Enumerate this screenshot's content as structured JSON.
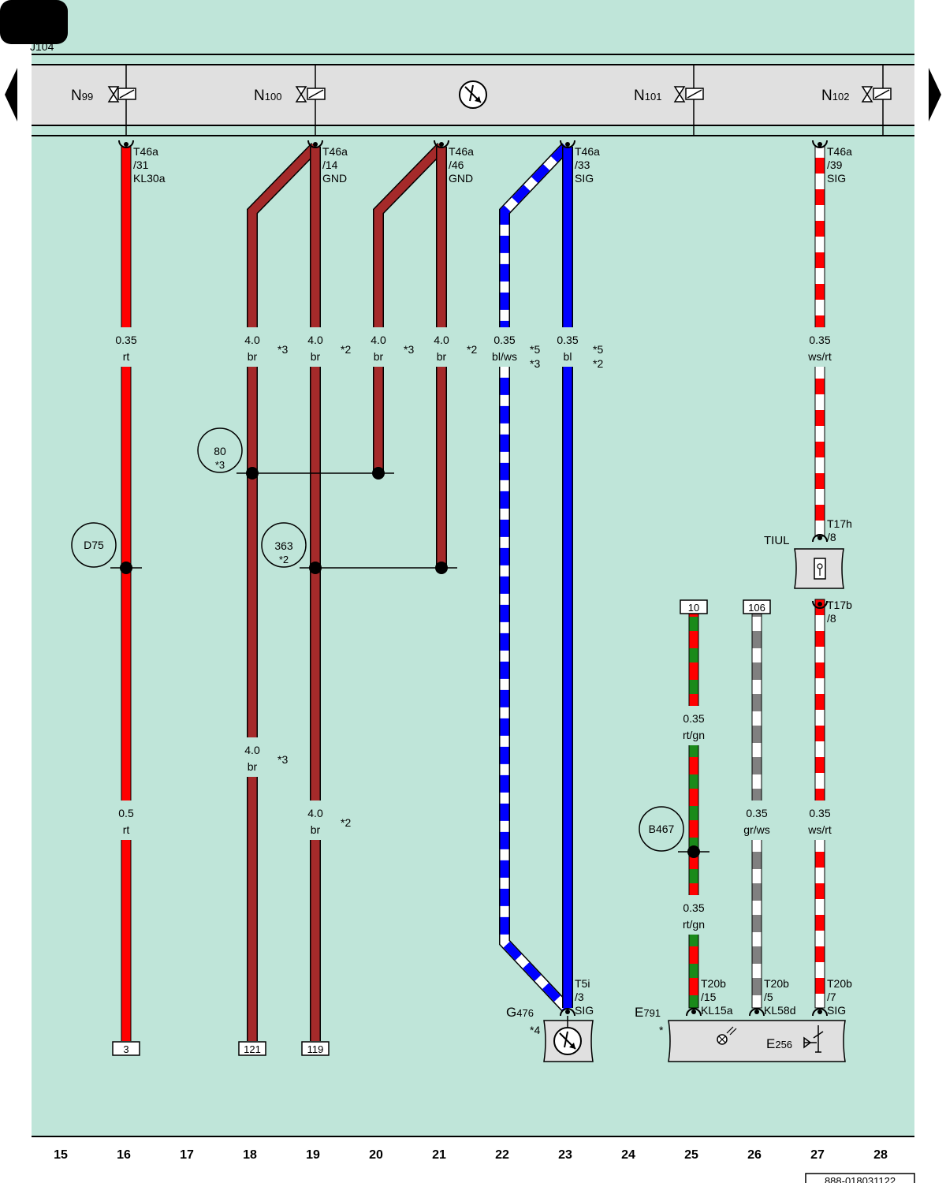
{
  "page": {
    "component_label": "J104",
    "doc_number": "888-018031122",
    "columns": [
      "15",
      "16",
      "17",
      "18",
      "19",
      "20",
      "21",
      "22",
      "23",
      "24",
      "25",
      "26",
      "27",
      "28"
    ]
  },
  "colors": {
    "background": "#bfe5d9",
    "housing": "#e0e0e0",
    "rt": "#ff0000",
    "br": "#a52a2a",
    "bl": "#0000ff",
    "gn": "#1a8a1a",
    "gr": "#808080",
    "ws": "#ffffff"
  },
  "top_components": [
    {
      "id": "n99",
      "base": "N",
      "sub": "99"
    },
    {
      "id": "n100",
      "base": "N",
      "sub": "100"
    },
    {
      "id": "n101",
      "base": "N",
      "sub": "101"
    },
    {
      "id": "n102",
      "base": "N",
      "sub": "102"
    }
  ],
  "pins": [
    {
      "l1": "T46a",
      "l2": "/31",
      "l3": "KL30a"
    },
    {
      "l1": "T46a",
      "l2": "/14",
      "l3": "GND"
    },
    {
      "l1": "T46a",
      "l2": "/46",
      "l3": "GND"
    },
    {
      "l1": "T46a",
      "l2": "/33",
      "l3": "SIG"
    },
    {
      "l1": "T46a",
      "l2": "/39",
      "l3": "SIG"
    },
    {
      "l1": "T17h",
      "l2": "/8",
      "l3": ""
    },
    {
      "l1": "T17b",
      "l2": "/8",
      "l3": ""
    },
    {
      "l1": "T5i",
      "l2": "/3",
      "l3": "SIG"
    },
    {
      "l1": "T20b",
      "l2": "/15",
      "l3": "KL15a"
    },
    {
      "l1": "T20b",
      "l2": "/5",
      "l3": "KL58d"
    },
    {
      "l1": "T20b",
      "l2": "/7",
      "l3": "SIG"
    }
  ],
  "wire_labels": [
    {
      "size": "0.35",
      "color": "rt",
      "note1": "",
      "note2": ""
    },
    {
      "size": "0.5",
      "color": "rt",
      "note1": "",
      "note2": ""
    },
    {
      "size": "4.0",
      "color": "br",
      "note1": "*3",
      "note2": ""
    },
    {
      "size": "4.0",
      "color": "br",
      "note1": "*3",
      "note2": ""
    },
    {
      "size": "4.0",
      "color": "br",
      "note1": "*2",
      "note2": ""
    },
    {
      "size": "4.0",
      "color": "br",
      "note1": "*2",
      "note2": ""
    },
    {
      "size": "4.0",
      "color": "br",
      "note1": "*3",
      "note2": ""
    },
    {
      "size": "4.0",
      "color": "br",
      "note1": "*2",
      "note2": ""
    },
    {
      "size": "0.35",
      "color": "bl/ws",
      "note1": "*5",
      "note2": "*3"
    },
    {
      "size": "0.35",
      "color": "bl",
      "note1": "*5",
      "note2": "*2"
    },
    {
      "size": "0.35",
      "color": "ws/rt",
      "note1": "",
      "note2": ""
    },
    {
      "size": "0.35",
      "color": "ws/rt",
      "note1": "",
      "note2": ""
    },
    {
      "size": "0.35",
      "color": "rt/gn",
      "note1": "",
      "note2": ""
    },
    {
      "size": "0.35",
      "color": "rt/gn",
      "note1": "",
      "note2": ""
    },
    {
      "size": "0.35",
      "color": "gr/ws",
      "note1": "",
      "note2": ""
    }
  ],
  "splices": [
    {
      "l1": "D75",
      "l2": ""
    },
    {
      "l1": "80",
      "l2": "*3"
    },
    {
      "l1": "363",
      "l2": "*2"
    },
    {
      "l1": "B467",
      "l2": ""
    }
  ],
  "refs": [
    "3",
    "121",
    "119",
    "10",
    "106"
  ],
  "bottom_components": {
    "g476": {
      "base": "G",
      "sub": "476",
      "note": "*4"
    },
    "e791": {
      "base": "E",
      "sub": "791",
      "note": "*"
    },
    "e256": {
      "base": "E",
      "sub": "256"
    },
    "tiul": "TIUL"
  }
}
